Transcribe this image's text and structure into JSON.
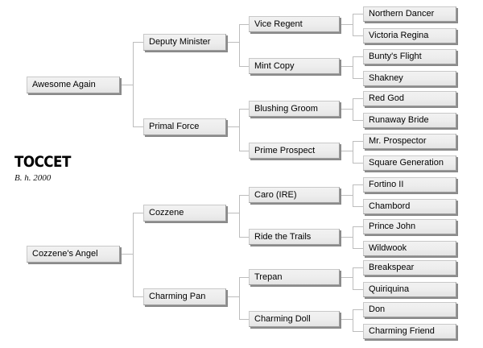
{
  "subject": {
    "name": "TOCCET",
    "details": "B. h. 2000"
  },
  "chart_data": {
    "type": "diagram",
    "title": "TOCCET",
    "subtitle": "B. h. 2000",
    "diagram_kind": "pedigree-tree",
    "generations": 4,
    "orientation": "left-to-right",
    "nodes": {
      "g1": [
        {
          "label": "Awesome Again"
        },
        {
          "label": "Cozzene's Angel"
        }
      ],
      "g2": [
        {
          "label": "Deputy Minister"
        },
        {
          "label": "Primal Force"
        },
        {
          "label": "Cozzene"
        },
        {
          "label": "Charming Pan"
        }
      ],
      "g3": [
        {
          "label": "Vice Regent"
        },
        {
          "label": "Mint Copy"
        },
        {
          "label": "Blushing Groom"
        },
        {
          "label": "Prime Prospect"
        },
        {
          "label": "Caro (IRE)"
        },
        {
          "label": "Ride the Trails"
        },
        {
          "label": "Trepan"
        },
        {
          "label": "Charming Doll"
        }
      ],
      "g4": [
        {
          "label": "Northern Dancer"
        },
        {
          "label": "Victoria Regina"
        },
        {
          "label": "Bunty's Flight"
        },
        {
          "label": "Shakney"
        },
        {
          "label": "Red God"
        },
        {
          "label": "Runaway Bride"
        },
        {
          "label": "Mr. Prospector"
        },
        {
          "label": "Square Generation"
        },
        {
          "label": "Fortino II"
        },
        {
          "label": "Chambord"
        },
        {
          "label": "Prince John"
        },
        {
          "label": "Wildwook"
        },
        {
          "label": "Breakspear"
        },
        {
          "label": "Quiriquina"
        },
        {
          "label": "Don"
        },
        {
          "label": "Charming Friend"
        }
      ]
    },
    "colors": {
      "background": "#ffffff",
      "node_fill": "#ececec",
      "node_border": "#9c9c9c",
      "node_shadow": "#8a8a8a",
      "connector": "#bdbdbd",
      "text": "#000000"
    }
  }
}
